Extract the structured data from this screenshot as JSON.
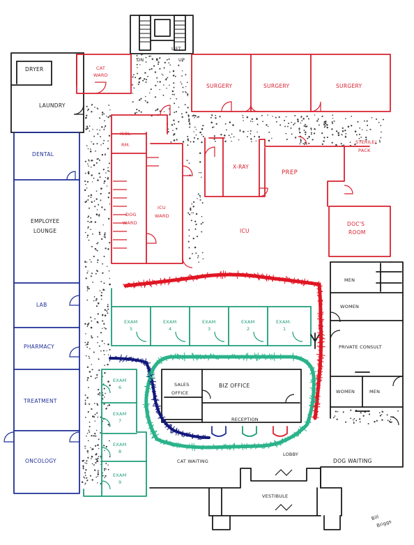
{
  "colors": {
    "red": "#d8202f",
    "blue": "#1f2f97",
    "green": "#1e9d7a",
    "black": "#1b1b1b",
    "path_red": "#e01624",
    "path_blue": "#13197a",
    "path_green": "#2bb38a"
  },
  "rooms": {
    "dryer": "DRYER",
    "laundry": "LAUNDRY",
    "cat_ward_1": "CAT",
    "cat_ward_2": "WARD",
    "lift": "LIFT",
    "dn": "DN",
    "up": "UP",
    "surgery_1": "SURGERY",
    "surgery_2": "SURGERY",
    "surgery_3": "SURGERY",
    "iso_rm_1": "ISOL",
    "iso_rm_2": "RM.",
    "sterile_1": "STERILE/",
    "sterile_2": "PACK",
    "dental": "DENTAL",
    "xray": "X-RAY",
    "prep": "PREP",
    "employee_1": "EMPLOYEE",
    "employee_2": "LOUNGE",
    "dog_ward_1": "DOG",
    "dog_ward_2": "WARD",
    "icu_ward_1": "ICU",
    "icu_ward_2": "WARD",
    "icu": "ICU",
    "docs_1": "DOC'S",
    "docs_2": "ROOM",
    "men_top": "MEN",
    "women_top": "WOMEN",
    "lab": "LAB",
    "exam5_1": "EXAM",
    "exam5_2": "5",
    "exam4_1": "EXAM",
    "exam4_2": "4",
    "exam3_1": "EXAM",
    "exam3_2": "3",
    "exam2_1": "EXAM",
    "exam2_2": "2",
    "exam1_1": "EXAM-",
    "exam1_2": "1",
    "pharmacy": "PHARMACY",
    "private_consult": "PRIVATE CONSULT",
    "exam6_1": "EXAM",
    "exam6_2": "6",
    "sales_1": "SALES",
    "sales_2": "OFFICE",
    "biz_office": "BIZ OFFICE",
    "women_bottom": "WOMEN",
    "men_bottom": "MEN",
    "treatment": "TREATMENT",
    "exam7_1": "EXAM",
    "exam7_2": "7",
    "reception": "RECEPTION",
    "exam8_1": "EXAM",
    "exam8_2": "8",
    "oncology": "ONCOLOGY",
    "lobby": "LOBBY",
    "cat_waiting": "CAT WAITING",
    "dog_waiting": "DOG WAITING",
    "exam9_1": "EXAM",
    "exam9_2": "9",
    "vestibule": "VESTIBULE",
    "sig_1": "Bill",
    "sig_2": "Briggs"
  }
}
